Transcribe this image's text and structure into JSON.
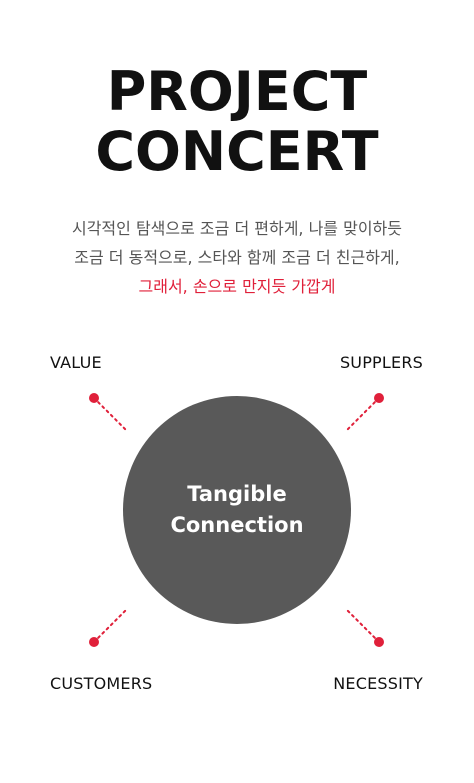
{
  "title": {
    "line1": "PROJECT",
    "line2": "CONCERT"
  },
  "description": {
    "line1": "시각적인 탐색으로 조금 더 편하게, 나를 맞이하듯",
    "line2": "조금 더 동적으로, 스타와 함께 조금 더 친근하게,",
    "line3": "그래서, 손으로 만지듯 가깝게"
  },
  "diagram": {
    "center_line1": "Tangible",
    "center_line2": "Connection",
    "top_left": "VALUE",
    "top_right": "SUPPLERS",
    "bottom_left": "CUSTOMERS",
    "bottom_right": "NECESSITY"
  },
  "colors": {
    "accent": "#e0203a",
    "circle": "#595959",
    "title": "#111111",
    "body_text": "#555555"
  }
}
